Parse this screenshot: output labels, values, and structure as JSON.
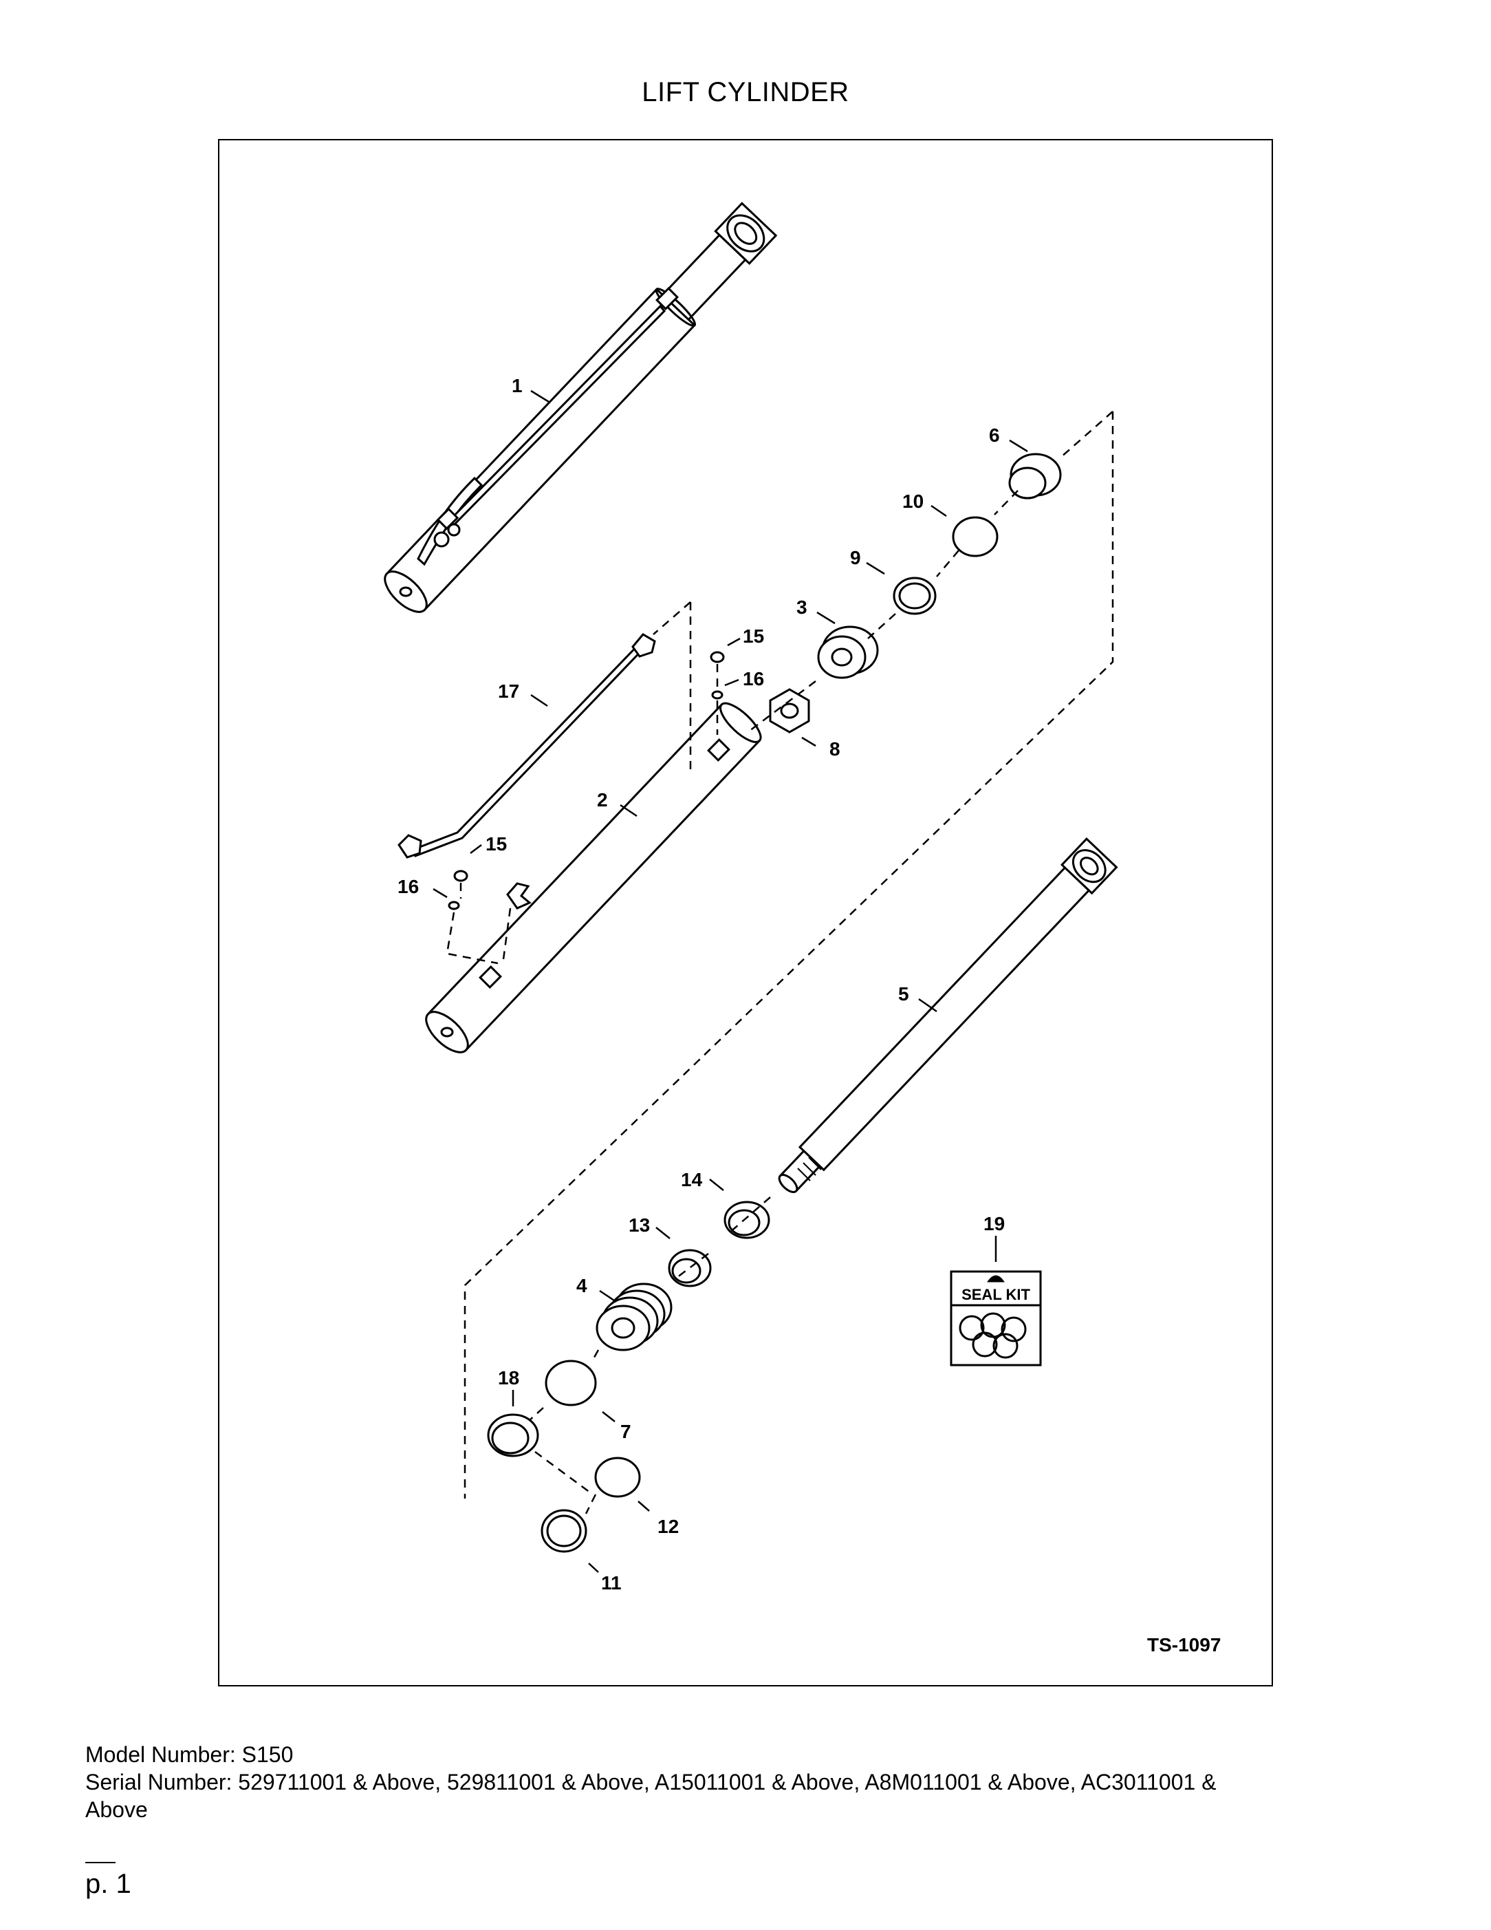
{
  "title": "LIFT CYLINDER",
  "diagram": {
    "drawing_number": "TS-1097",
    "seal_kit_label": "SEAL KIT",
    "callouts": {
      "c1": "1",
      "c2": "2",
      "c3": "3",
      "c4": "4",
      "c5": "5",
      "c6": "6",
      "c7": "7",
      "c8": "8",
      "c9": "9",
      "c10": "10",
      "c11": "11",
      "c12": "12",
      "c13": "13",
      "c14": "14",
      "c15a": "15",
      "c15b": "15",
      "c16a": "16",
      "c16b": "16",
      "c17": "17",
      "c18": "18",
      "c19": "19"
    }
  },
  "footer": {
    "model": "Model Number: S150",
    "serial_line1": "Serial Number: 529711001 & Above, 529811001 & Above, A15011001 & Above, A8M011001 & Above, AC3011001 &",
    "serial_line2": "Above"
  },
  "page_number": "p. 1"
}
